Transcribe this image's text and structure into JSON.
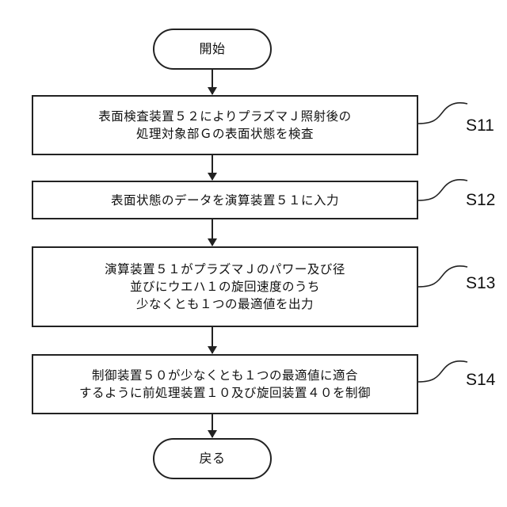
{
  "start": {
    "label": "開始"
  },
  "end": {
    "label": "戻る"
  },
  "steps": [
    {
      "id": "S11",
      "lines": [
        "表面検査装置５２によりプラズマＪ照射後の",
        "処理対象部Ｇの表面状態を検査"
      ]
    },
    {
      "id": "S12",
      "lines": [
        "表面状態のデータを演算装置５１に入力"
      ]
    },
    {
      "id": "S13",
      "lines": [
        "演算装置５１がプラズマＪのパワー及び径",
        "並びにウエハ１の旋回速度のうち",
        "少なくとも１つの最適値を出力"
      ]
    },
    {
      "id": "S14",
      "lines": [
        "制御装置５０が少なくとも１つの最適値に適合",
        "するように前処理装置１０及び旋回装置４０を制御"
      ]
    }
  ]
}
